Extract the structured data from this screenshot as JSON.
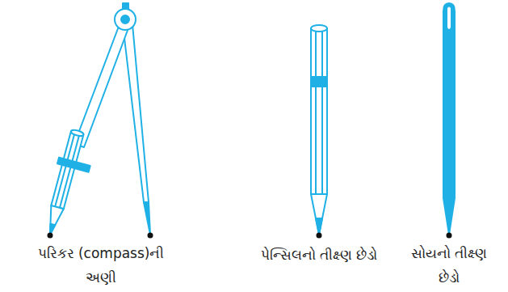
{
  "diagram": {
    "labels": [
      "પરિકર (compass)ની અણી",
      "પેન્સિલનો તીક્ષ્ણ છેડો",
      "સોયનો તીક્ષ્ણ છેડો"
    ]
  }
}
